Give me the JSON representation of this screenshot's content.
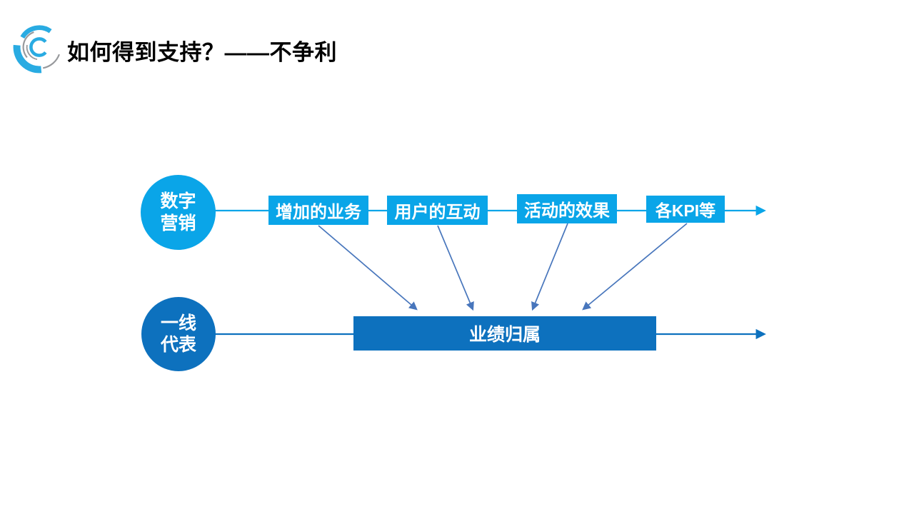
{
  "slide": {
    "title": "如何得到支持？——不争利"
  },
  "logo": {
    "icon": "arc-swirl-logo"
  },
  "diagram": {
    "top_circle": {
      "line1": "数字",
      "line2": "营销"
    },
    "bottom_circle": {
      "line1": "一线",
      "line2": "代表"
    },
    "boxes": [
      "增加的业务",
      "用户的互动",
      "活动的效果",
      "各KPI等"
    ],
    "big_box": "业绩归属"
  },
  "colors": {
    "cyan": "#0aa5e8",
    "dark_blue": "#0d71be",
    "diagonal_arrow_blue": "#4876bc",
    "logo_blue": "#29abe2",
    "logo_gray": "#97999c",
    "title_text": "#000000",
    "shape_text": "#ffffff",
    "background": "#ffffff"
  }
}
